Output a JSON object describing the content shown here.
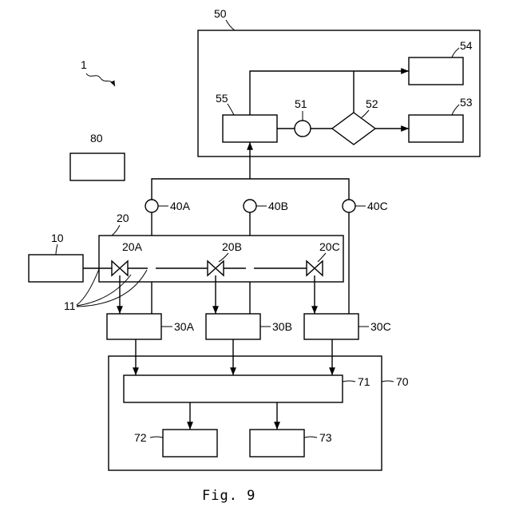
{
  "figure": {
    "caption": "Fig. 9",
    "system_ref": "1"
  },
  "blocks": {
    "control_unit": "50",
    "sub_54": "54",
    "sub_55": "55",
    "sub_51": "51",
    "sub_52": "52",
    "sub_53": "53",
    "standalone_80": "80",
    "source_10": "10",
    "valve_unit": "20",
    "valve_a": "20A",
    "valve_b": "20B",
    "valve_c": "20C",
    "pipes": "11",
    "sensor_a": "40A",
    "sensor_b": "40B",
    "sensor_c": "40C",
    "chamber_a": "30A",
    "chamber_b": "30B",
    "chamber_c": "30C",
    "processing_unit": "70",
    "bus_71": "71",
    "sub_72": "72",
    "sub_73": "73"
  }
}
